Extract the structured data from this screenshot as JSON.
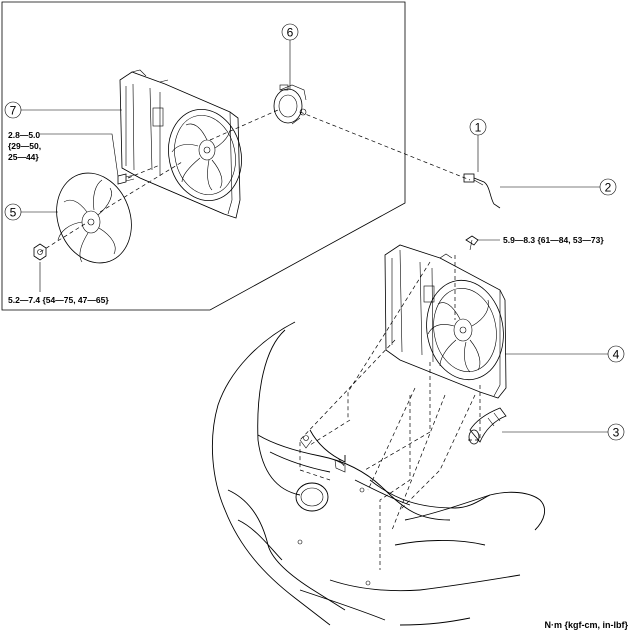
{
  "callouts": {
    "c1": "1",
    "c2": "2",
    "c3": "3",
    "c4": "4",
    "c5": "5",
    "c6": "6",
    "c7": "7"
  },
  "torque": {
    "bolt_small_line1": "2.8—5.0",
    "bolt_small_line2": "{29—50,",
    "bolt_small_line3": "25—44}",
    "nut_fan": "5.2—7.4 {54—75, 47—65}",
    "bolt_mount": "5.9—8.3 {61—84, 53—73}"
  },
  "units": "N·m {kgf-cm, in-lbf}"
}
